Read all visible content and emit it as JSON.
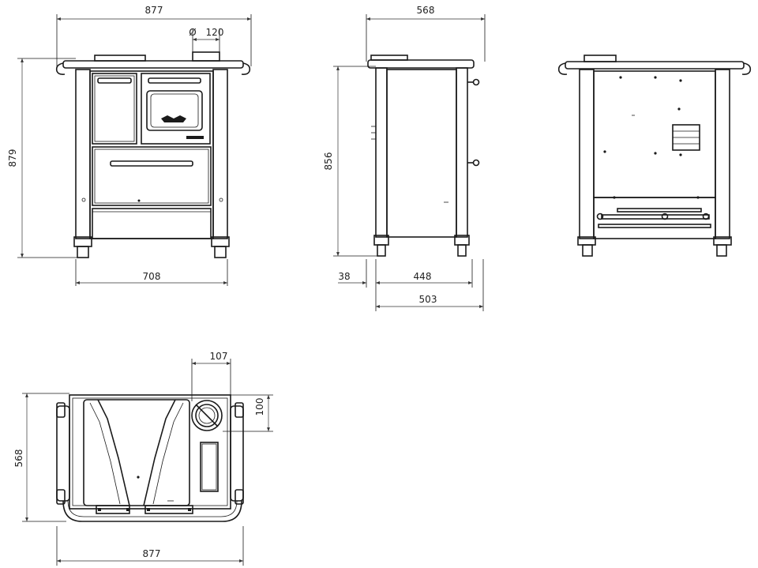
{
  "dimensions": {
    "front_width": "877",
    "front_height": "879",
    "front_inner_width": "708",
    "flue_diameter": "120",
    "diameter_symbol": "Ø",
    "side_depth": "568",
    "side_height": "856",
    "side_offset": "38",
    "side_inner_depth": "448",
    "side_base_depth": "503",
    "top_flue_width": "107",
    "top_flue_offset": "100",
    "top_depth": "568",
    "top_width": "877"
  }
}
